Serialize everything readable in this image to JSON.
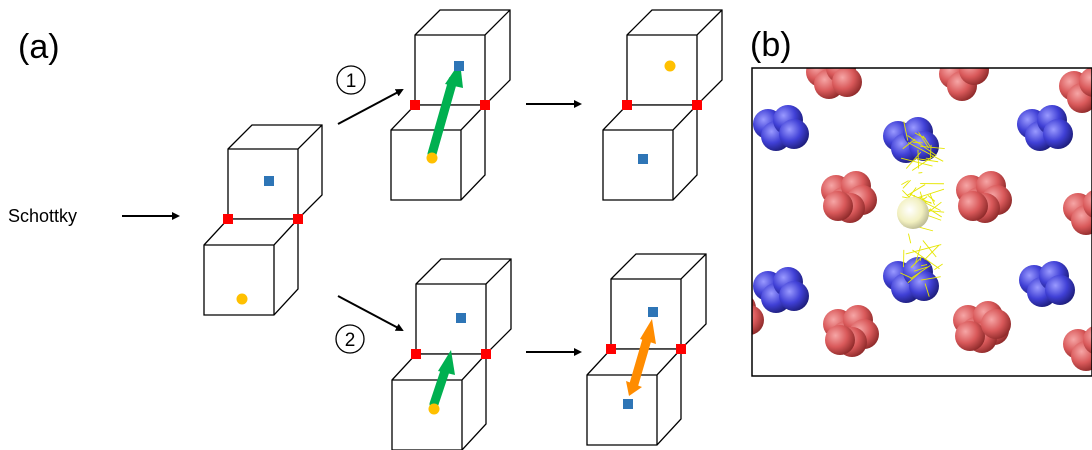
{
  "panel_a": {
    "label": "(a)",
    "start_text": "Schottky",
    "path1_label": "1",
    "path2_label": "2"
  },
  "panel_b": {
    "label": "(b)"
  },
  "colors": {
    "vacancy_site": "#ff0000",
    "interstitial_square": "#2e75b6",
    "atom_circle": "#ffc000",
    "green_arrow": "#00b050",
    "orange_arrow": "#ff8c00",
    "red_atom": "#d9595a",
    "blue_atom": "#4040d6",
    "yellow_trace": "#e6e600",
    "center_atom": "#f2f0c0"
  }
}
